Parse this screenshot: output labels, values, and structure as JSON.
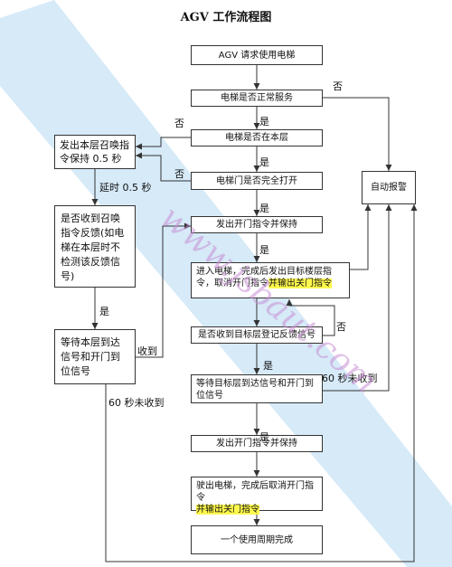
{
  "title": "AGV 工作流程图",
  "nodes": {
    "request": "AGV 请求使用电梯",
    "service": "电梯是否正常服务",
    "floor": "电梯是否在本层",
    "door": "电梯门是否完全打开",
    "call": "发出本层召唤指令保持 0.5 秒",
    "feedback": "是否收到召唤指令反馈(如电梯在本层时不检测该反馈信号)",
    "wait_floor": "等待本层到达信号和开门到位信号",
    "alarm": "自动报警",
    "open_hold": "发出开门指令并保持",
    "enter_part1": "进入电梯，完成后发出目标楼层指令，取消开门指令",
    "enter_part2": "并输出关门指令",
    "target_fb": "是否收到目标层登记反馈信号",
    "wait_target": "等待目标层到达信号和开门到位信号",
    "open_hold2": "发出开门指令并保持",
    "exit_part1": "驶出电梯，完成后取消开门指令",
    "exit_part2": "并输出关门指令",
    "done": "一个使用周期完成"
  },
  "labels": {
    "no_service": "否",
    "yes_service": "是",
    "no_floor": "否",
    "yes_floor": "是",
    "no_door": "否",
    "yes_door": "是",
    "delay": "延时 0.5 秒",
    "yes_feedback": "是",
    "received": "收到",
    "not_received_left": "60 秒未收到",
    "yes_open": "是",
    "no_target": "否",
    "yes_target": "是",
    "not_received_right": "60 秒未收到",
    "yes_bottom": "是"
  },
  "watermark": "www.jsbaut.com",
  "colors": {
    "line": "#333333",
    "highlight": "#fff94d",
    "banner": "#cfe6f7",
    "watermark": "#c98fd4"
  }
}
